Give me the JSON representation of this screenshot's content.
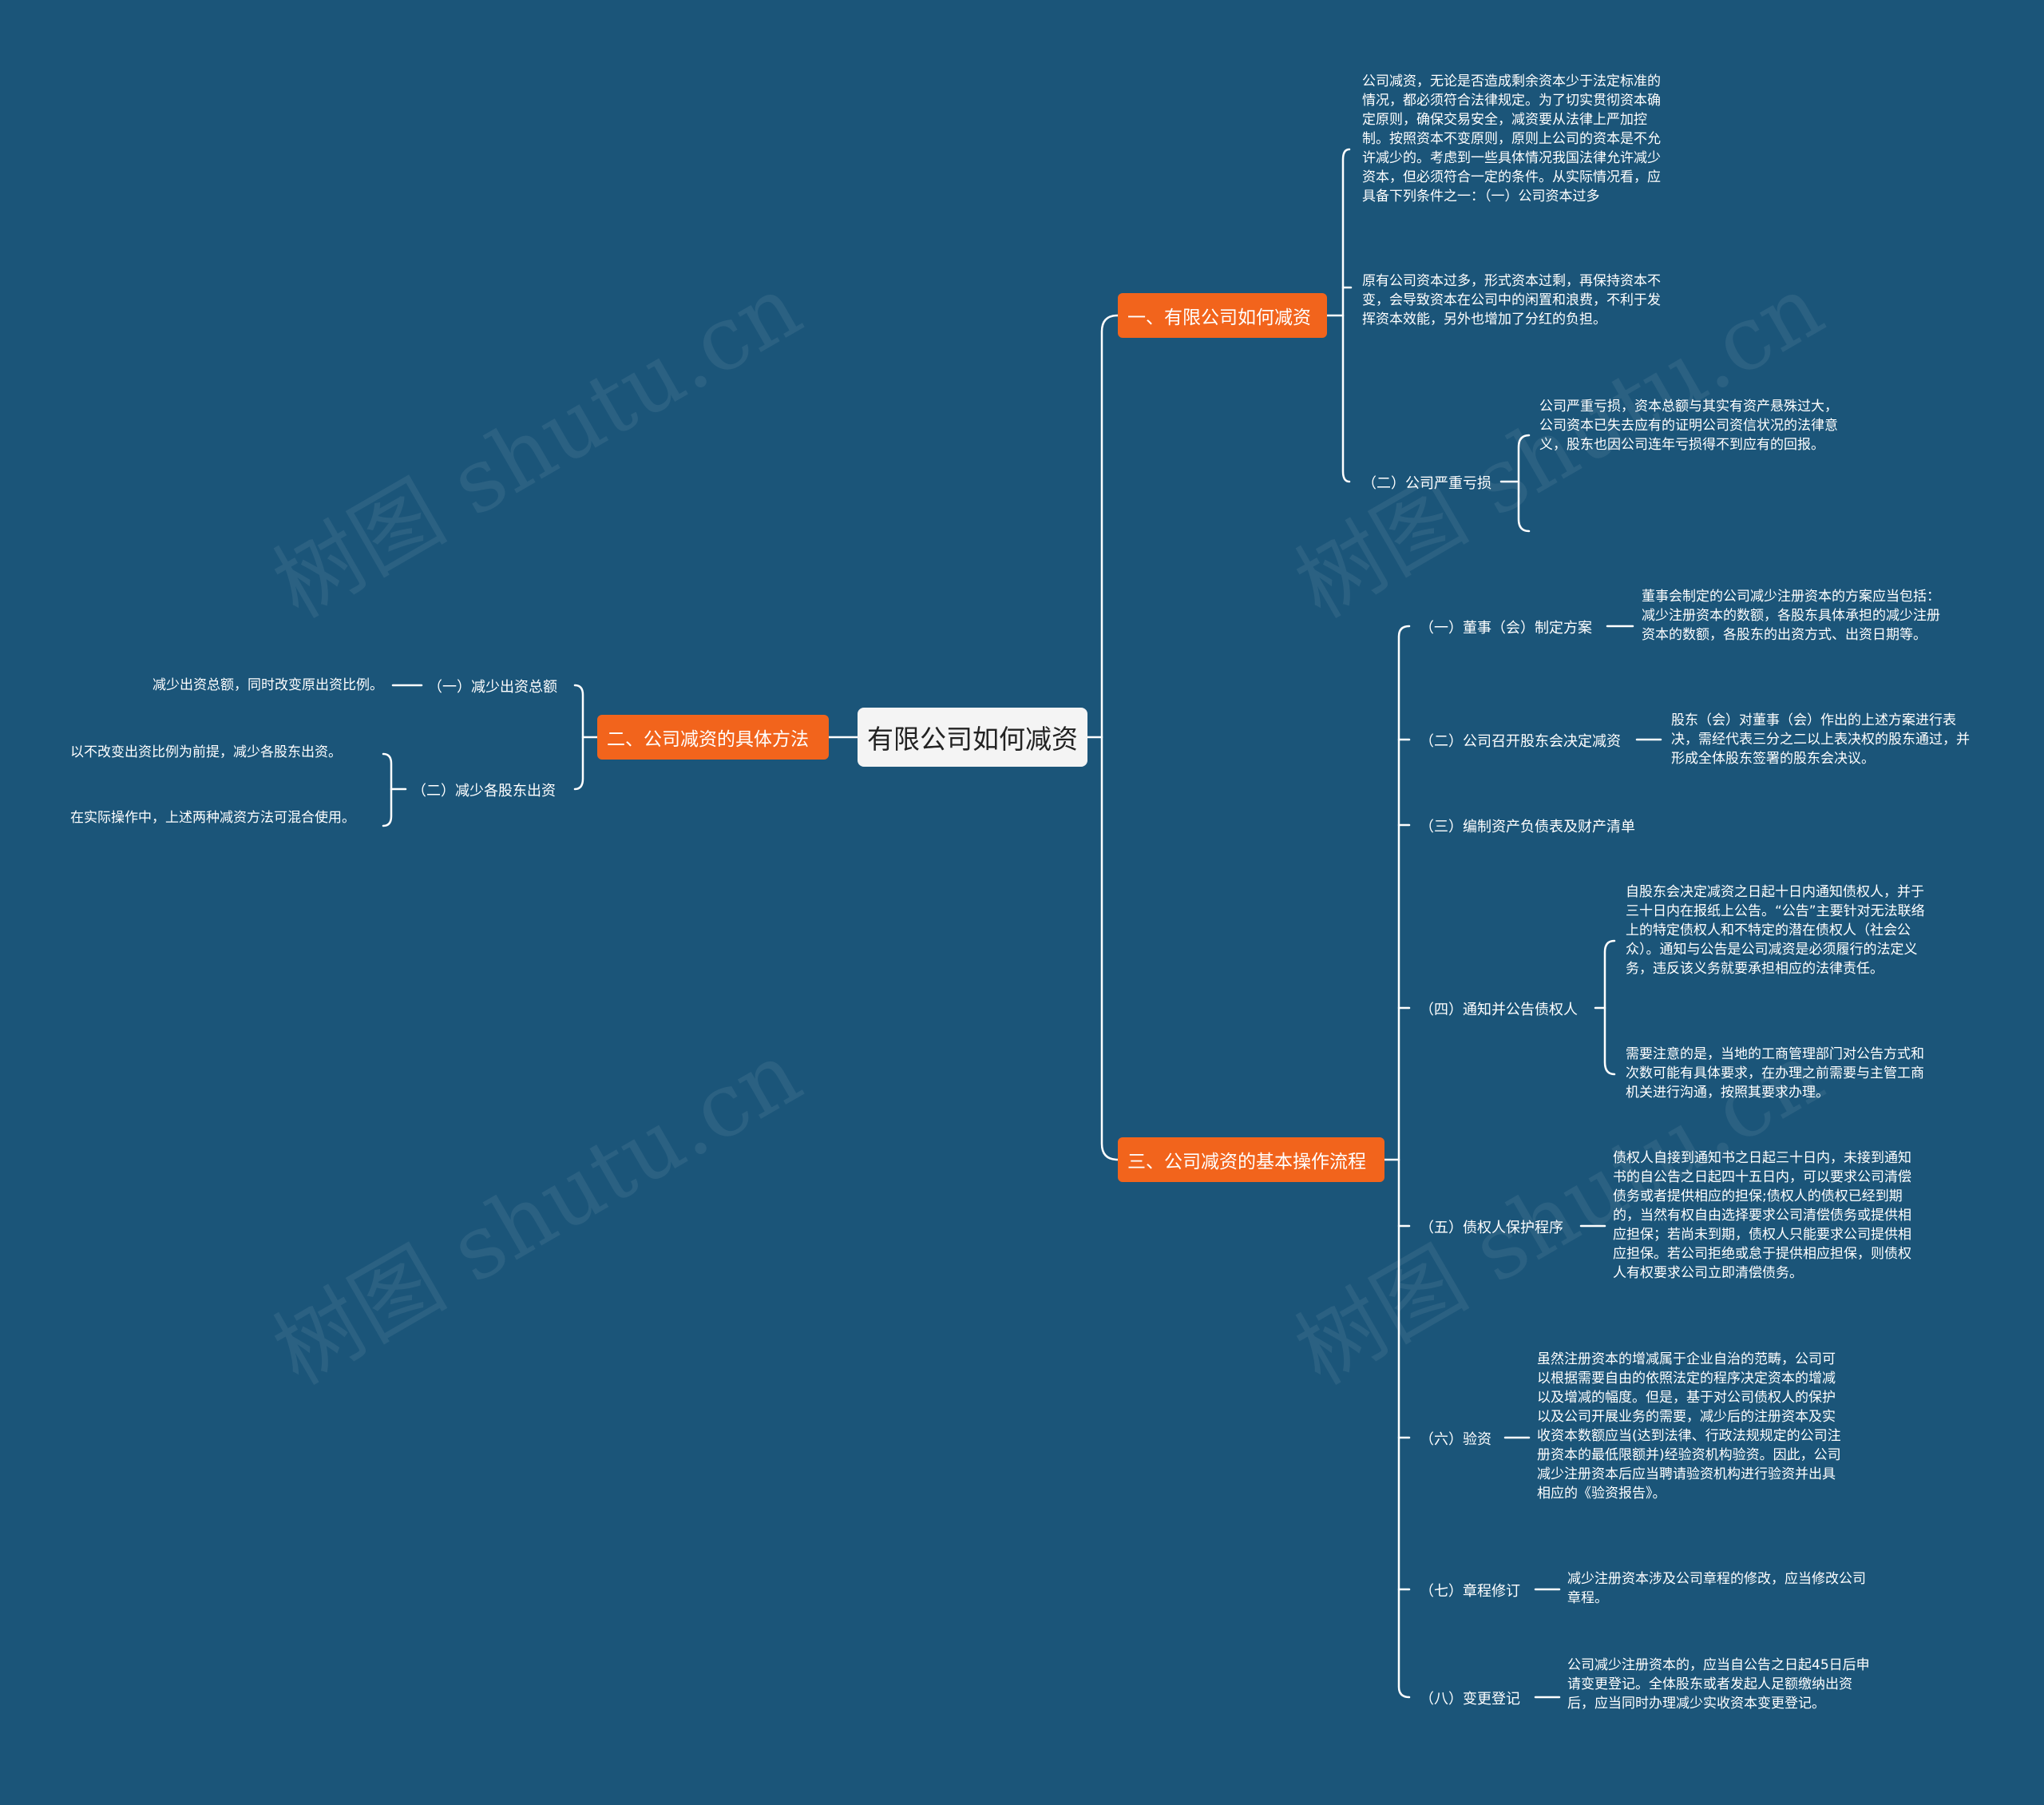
{
  "watermark": "树图 shutu.cn",
  "root": "有限公司如何减资",
  "branches": {
    "b1": "一、有限公司如何减资",
    "b2": "二、公司减资的具体方法",
    "b3": "三、公司减资的基本操作流程"
  },
  "b1": {
    "leaf1": "公司减资，无论是否造成剩余资本少于法定标准的情况，都必须符合法律规定。为了切实贯彻资本确定原则，确保交易安全，减资要从法律上严加控制。按照资本不变原则，原则上公司的资本是不允许减少的。考虑到一些具体情况我国法律允许减少资本，但必须符合一定的条件。从实际情况看，应具备下列条件之一：（一）公司资本过多",
    "leaf2": "原有公司资本过多，形式资本过剩，再保持资本不变，会导致资本在公司中的闲置和浪费，不利于发挥资本效能，另外也增加了分红的负担。",
    "sub3": "（二）公司严重亏损",
    "leaf3": "公司严重亏损，资本总额与其实有资产悬殊过大，公司资本已失去应有的证明公司资信状况的法律意义，股东也因公司连年亏损得不到应有的回报。"
  },
  "b2": {
    "sub1": "（一）减少出资总额",
    "leaf1": "减少出资总额，同时改变原出资比例。",
    "sub2": "（二）减少各股东出资",
    "leaf2a": "以不改变出资比例为前提，减少各股东出资。",
    "leaf2b": "在实际操作中，上述两种减资方法可混合使用。"
  },
  "b3": {
    "s1": "（一）董事（会）制定方案",
    "l1": "董事会制定的公司减少注册资本的方案应当包括：减少注册资本的数额，各股东具体承担的减少注册资本的数额，各股东的出资方式、出资日期等。",
    "s2": "（二）公司召开股东会决定减资",
    "l2": "股东（会）对董事（会）作出的上述方案进行表决，需经代表三分之二以上表决权的股东通过，并形成全体股东签署的股东会决议。",
    "s3": "（三）编制资产负债表及财产清单",
    "s4": "（四）通知并公告债权人",
    "l4a": "自股东会决定减资之日起十日内通知债权人，并于三十日内在报纸上公告。“公告”主要针对无法联络上的特定债权人和不特定的潜在债权人（社会公众）。通知与公告是公司减资是必须履行的法定义务，违反该义务就要承担相应的法律责任。",
    "l4b": "需要注意的是，当地的工商管理部门对公告方式和次数可能有具体要求，在办理之前需要与主管工商机关进行沟通，按照其要求办理。",
    "s5": "（五）债权人保护程序",
    "l5": "债权人自接到通知书之日起三十日内，未接到通知书的自公告之日起四十五日内，可以要求公司清偿债务或者提供相应的担保;债权人的债权已经到期的，当然有权自由选择要求公司清偿债务或提供相应担保；若尚未到期，债权人只能要求公司提供相应担保。若公司拒绝或怠于提供相应担保，则债权人有权要求公司立即清偿债务。",
    "s6": "（六）验资",
    "l6": "虽然注册资本的增减属于企业自治的范畴，公司可以根据需要自由的依照法定的程序决定资本的增减以及增减的幅度。但是，基于对公司债权人的保护以及公司开展业务的需要，减少后的注册资本及实收资本数额应当(达到法律、行政法规规定的公司注册资本的最低限额并)经验资机构验资。因此，公司减少注册资本后应当聘请验资机构进行验资并出具相应的《验资报告》。",
    "s7": "（七）章程修订",
    "l7": "减少注册资本涉及公司章程的修改，应当修改公司章程。",
    "s8": "（八）变更登记",
    "l8": "公司减少注册资本的，应当自公告之日起45日后申请变更登记。全体股东或者发起人足额缴纳出资后，应当同时办理减少实收资本变更登记。"
  }
}
